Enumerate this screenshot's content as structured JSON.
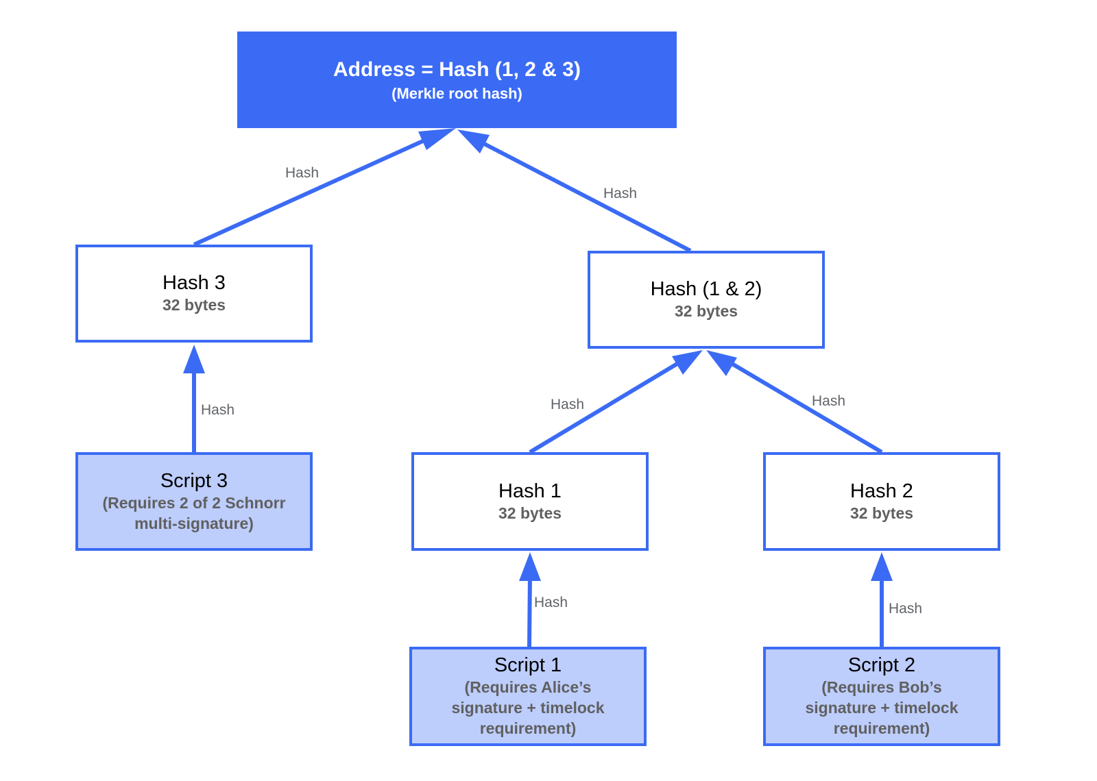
{
  "colors": {
    "accent": "#3b6bf4",
    "script_fill": "#bdcdfc",
    "label_gray": "#5f6368"
  },
  "nodes": {
    "root": {
      "title": "Address = Hash (1, 2 & 3)",
      "subtitle": "(Merkle root hash)"
    },
    "hash3": {
      "title": "Hash 3",
      "subtitle": "32 bytes"
    },
    "hash12": {
      "title": "Hash (1 & 2)",
      "subtitle": "32 bytes"
    },
    "hash1": {
      "title": "Hash 1",
      "subtitle": "32 bytes"
    },
    "hash2": {
      "title": "Hash 2",
      "subtitle": "32 bytes"
    },
    "script3": {
      "title": "Script 3",
      "subtitle": "(Requires 2 of 2 Schnorr multi-signature)"
    },
    "script1": {
      "title": "Script 1",
      "subtitle": "(Requires Alice’s signature + timelock requirement)"
    },
    "script2": {
      "title": "Script 2",
      "subtitle": "(Requires Bob’s signature + timelock requirement)"
    }
  },
  "edges": [
    {
      "from": "hash3",
      "to": "root",
      "label": "Hash"
    },
    {
      "from": "hash12",
      "to": "root",
      "label": "Hash"
    },
    {
      "from": "script3",
      "to": "hash3",
      "label": "Hash"
    },
    {
      "from": "hash1",
      "to": "hash12",
      "label": "Hash"
    },
    {
      "from": "hash2",
      "to": "hash12",
      "label": "Hash"
    },
    {
      "from": "script1",
      "to": "hash1",
      "label": "Hash"
    },
    {
      "from": "script2",
      "to": "hash2",
      "label": "Hash"
    }
  ]
}
